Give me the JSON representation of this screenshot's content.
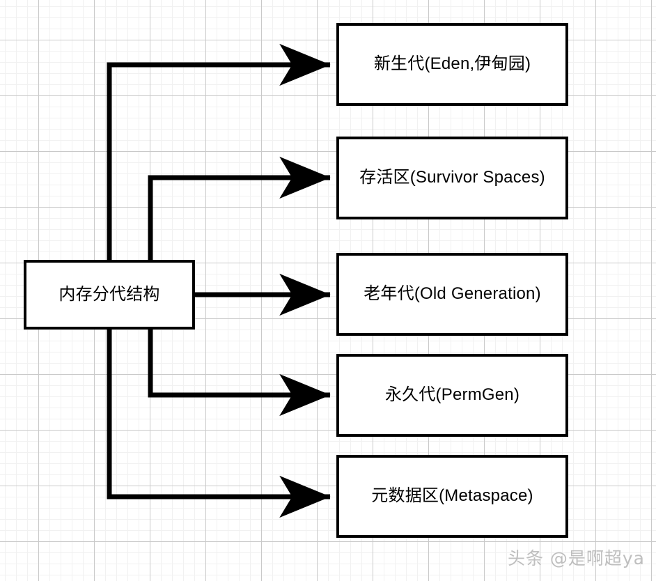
{
  "diagram": {
    "title": "内存分代结构",
    "root": {
      "id": "root",
      "label": "内存分代结构"
    },
    "nodes": [
      {
        "id": "eden",
        "label": "新生代(Eden,伊甸园)"
      },
      {
        "id": "survivor",
        "label": "存活区(Survivor Spaces)"
      },
      {
        "id": "old",
        "label": "老年代(Old Generation)"
      },
      {
        "id": "perm",
        "label": "永久代(PermGen)"
      },
      {
        "id": "meta",
        "label": "元数据区(Metaspace)"
      }
    ],
    "edges": [
      {
        "from": "root",
        "to": "eden",
        "style": "orthogonal",
        "arrow": "filled-triangle"
      },
      {
        "from": "root",
        "to": "survivor",
        "style": "orthogonal",
        "arrow": "filled-triangle"
      },
      {
        "from": "root",
        "to": "old",
        "style": "straight",
        "arrow": "filled-triangle"
      },
      {
        "from": "root",
        "to": "perm",
        "style": "orthogonal",
        "arrow": "filled-triangle"
      },
      {
        "from": "root",
        "to": "meta",
        "style": "orthogonal",
        "arrow": "filled-triangle"
      }
    ],
    "colors": {
      "stroke": "#000000",
      "fill": "#ffffff",
      "text": "#000000",
      "grid_major": "#c9c9c9",
      "grid_minor": "#f1f1f1",
      "watermark": "#b4b4b4"
    }
  },
  "watermark": {
    "text": "头条 @是啊超ya"
  }
}
